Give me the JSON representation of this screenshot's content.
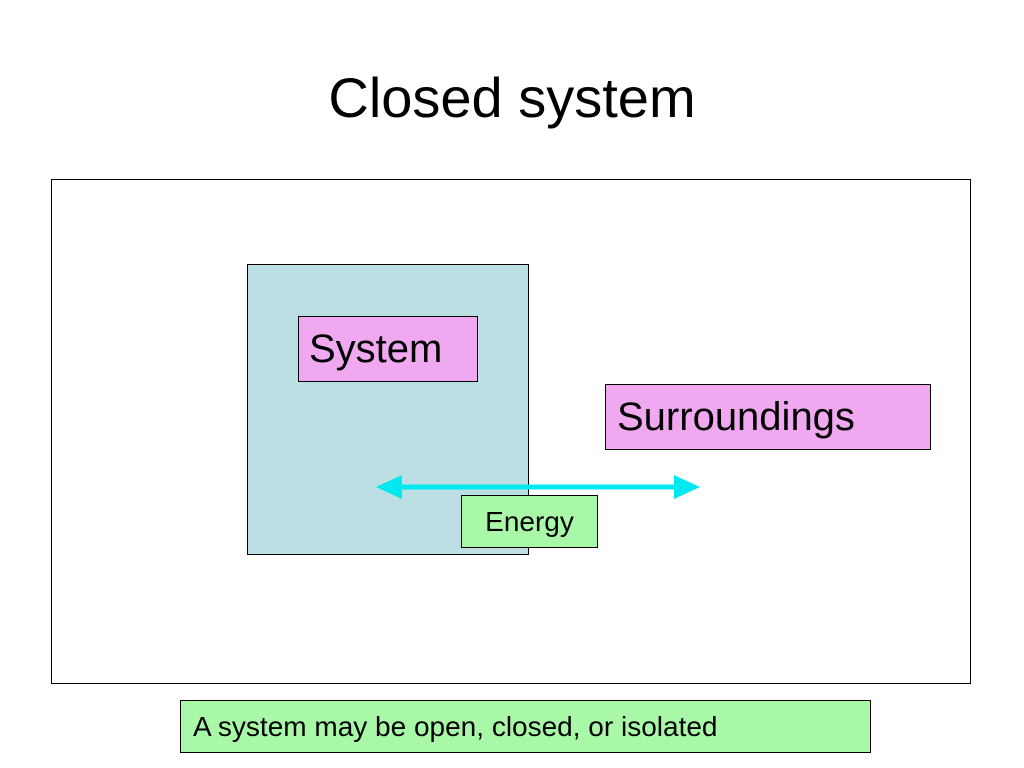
{
  "slide": {
    "title": "Closed system"
  },
  "diagram": {
    "system_label": "System",
    "surroundings_label": "Surroundings",
    "energy_label": "Energy"
  },
  "caption": "A system may be open, closed, or isolated",
  "colors": {
    "system_box_fill": "#bbdfe3",
    "label_pink": "#f0a8f0",
    "label_green": "#a8f8a8",
    "arrow_cyan": "#00e8f0",
    "frame_border": "#000000"
  },
  "icons": {
    "energy_arrow": "double-headed-arrow-icon"
  }
}
